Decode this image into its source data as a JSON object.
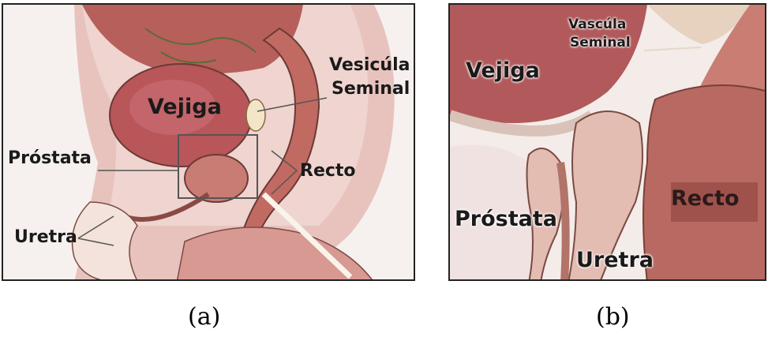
{
  "panel_a": {
    "labels": {
      "vejiga": "Vejiga",
      "vesicula": "Vesicúla",
      "seminal": "Seminal",
      "prostata": "Próstata",
      "recto": "Recto",
      "uretra": "Uretra"
    },
    "caption": "(a)"
  },
  "panel_b": {
    "labels": {
      "vascula": "Vascúla",
      "seminal": "Seminal",
      "vejiga": "Vejiga",
      "prostata": "Próstata",
      "recto": "Recto",
      "uretra": "Uretra"
    },
    "caption": "(b)"
  },
  "colors": {
    "tissue_pink": "#d9a3a0",
    "bladder": "#b8565a",
    "outline": "#6b3a36",
    "background": "#f6f1ef"
  }
}
